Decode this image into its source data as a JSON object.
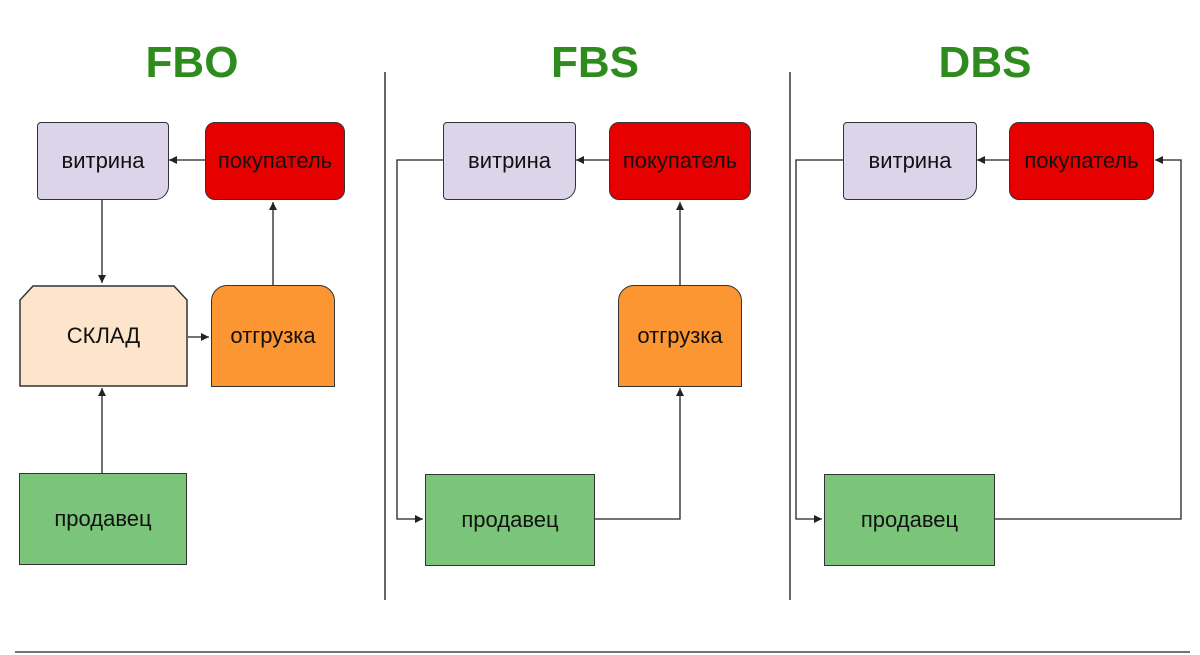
{
  "colors": {
    "title": "#2e8b1e",
    "showcase": "#dcd5ea",
    "buyer": "#e60000",
    "warehouse": "#fde5cc",
    "shipment": "#fb9632",
    "seller": "#7ac57a",
    "line": "#222222"
  },
  "columns": [
    {
      "title": "FBO",
      "nodes": {
        "showcase": "витрина",
        "buyer": "покупатель",
        "warehouse": "СКЛАД",
        "shipment": "отгрузка",
        "seller": "продавец"
      }
    },
    {
      "title": "FBS",
      "nodes": {
        "showcase": "витрина",
        "buyer": "покупатель",
        "shipment": "отгрузка",
        "seller": "продавец"
      }
    },
    {
      "title": "DBS",
      "nodes": {
        "showcase": "витрина",
        "buyer": "покупатель",
        "seller": "продавец"
      }
    }
  ]
}
